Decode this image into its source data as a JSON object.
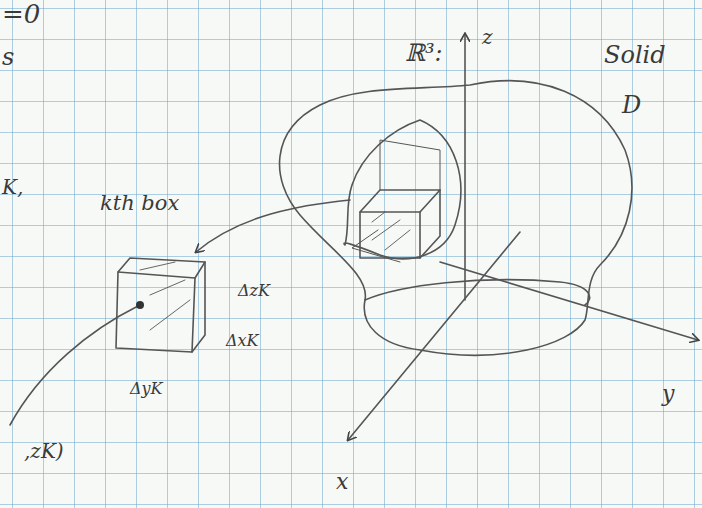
{
  "diagram": {
    "labels": [
      "=0",
      "s",
      "K,",
      "ℝ³:",
      "z",
      "Solid",
      "D",
      "kth box",
      "ΔzK",
      "ΔxK",
      "ΔyK",
      "y",
      "x",
      ",zK)"
    ]
  }
}
